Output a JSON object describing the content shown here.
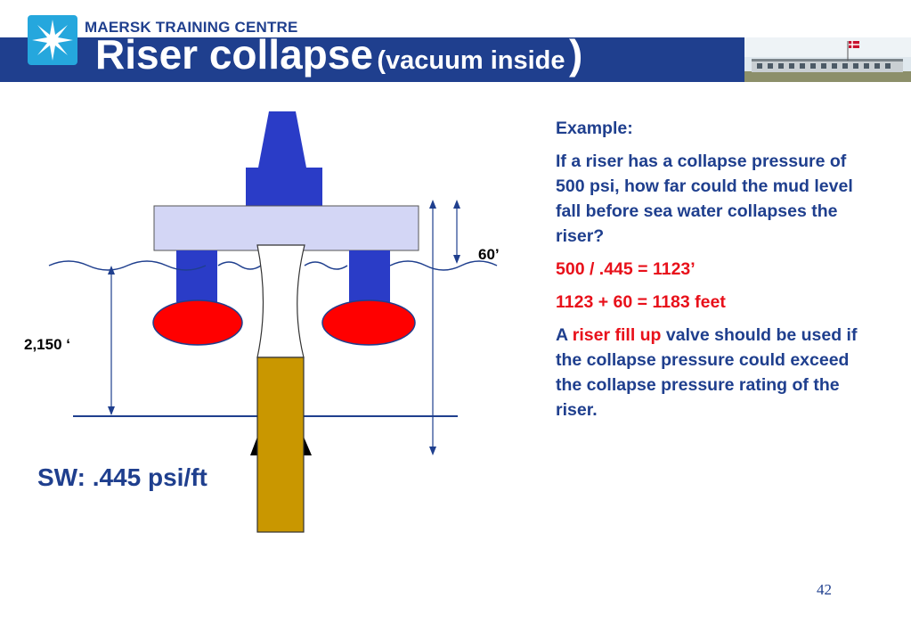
{
  "header": {
    "brand": "MAERSK TRAINING CENTRE",
    "title_main": "Riser collapse",
    "title_sub": "(vacuum inside",
    "title_close": ")"
  },
  "diagram": {
    "label_air_gap": "60’",
    "label_water_depth": "2,150 ‘",
    "label_sw_gradient": "SW: .445 psi/ft"
  },
  "content": {
    "example_heading": "Example:",
    "question": "If a riser has a collapse pressure of 500 psi, how far could the mud level fall before sea water collapses the riser?",
    "calc_1": "500 / .445 = 1123’",
    "calc_2": "1123 + 60 = 1183 feet",
    "advice_prefix": "A ",
    "advice_highlight": "riser fill up",
    "advice_suffix": " valve should be used if the collapse pressure could exceed the collapse pressure rating of the riser."
  },
  "page_number": "42",
  "colors": {
    "brand_blue": "#1f3f8e",
    "logo_blue": "#25a7dd",
    "rig_blue": "#2a3cc7",
    "deck": "#d3d6f5",
    "pontoon_red": "#ff0000",
    "pipe_gold": "#c99700",
    "highlight_red": "#e8101a"
  }
}
